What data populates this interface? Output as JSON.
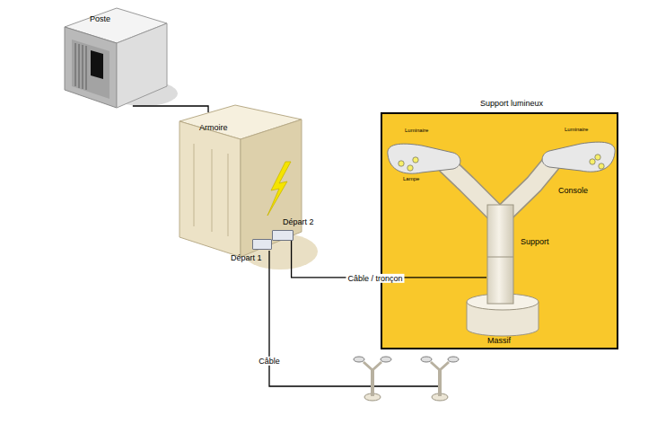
{
  "diagram": {
    "nodes": [
      {
        "text": [
          "Poste"
        ]
      },
      {
        "text": [
          "Armoire"
        ]
      },
      {
        "text": [
          "Départ 2"
        ],
        "in": 1
      },
      {
        "text": [
          "Départ 1"
        ],
        "in": 1
      },
      {
        "text": [
          "Support lumineux"
        ]
      },
      {
        "text": [
          "Support"
        ],
        "in": 4
      }
    ],
    "edges": [
      {
        "from": 0,
        "to": 1,
        "arrow": "none"
      },
      {
        "from": 2,
        "to": 5,
        "label": "Câble / tronçon",
        "arrow": "none"
      }
    ],
    "labels": [
      "Luminaire",
      "Lampe",
      "Luminaire",
      "Console",
      "Massif",
      "Câble"
    ]
  }
}
